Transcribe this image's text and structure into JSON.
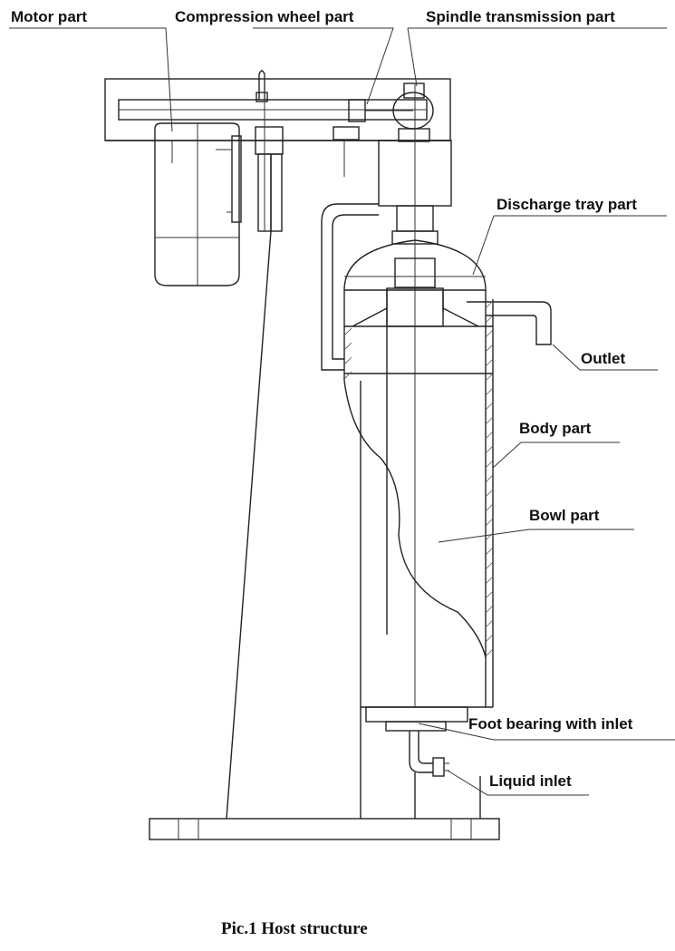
{
  "labels": {
    "motor_part": "Motor part",
    "compression_wheel_part": "Compression wheel part",
    "spindle_transmission_part": "Spindle transmission part",
    "discharge_tray_part": "Discharge tray part",
    "outlet": "Outlet",
    "body_part": "Body part",
    "bowl_part": "Bowl part",
    "foot_bearing_with_inlet": "Foot bearing with inlet",
    "liquid_inlet": "Liquid inlet"
  },
  "caption": "Pic.1  Host structure",
  "colors": {
    "line": "#222222",
    "text": "#111111",
    "background": "#ffffff"
  }
}
